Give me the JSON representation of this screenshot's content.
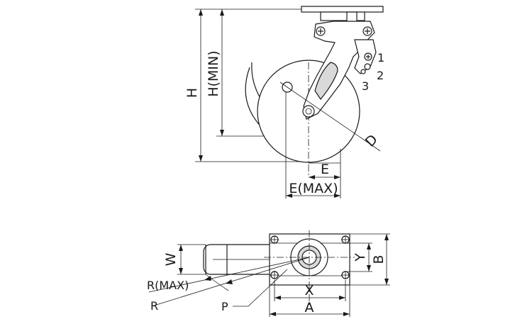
{
  "labels": {
    "h": "H",
    "h_min": "H(MIN)",
    "d": "D",
    "e": "E",
    "e_max": "E(MAX)",
    "n1": "1",
    "n2": "2",
    "n3": "3",
    "w": "W",
    "y": "Y",
    "b": "B",
    "x": "X",
    "a": "A",
    "r_max": "R(MAX)",
    "r": "R",
    "p": "P"
  }
}
